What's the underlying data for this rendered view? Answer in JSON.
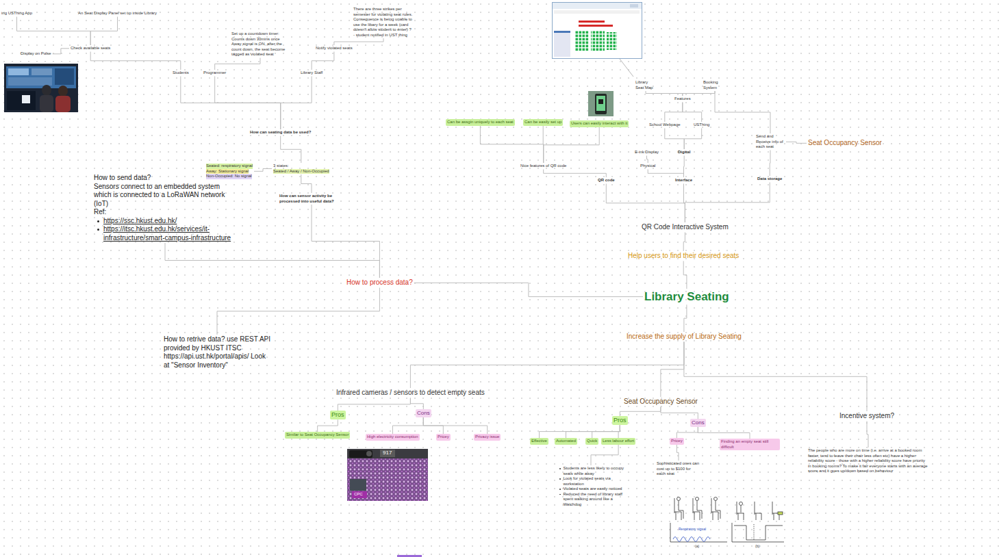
{
  "diagram": {
    "nodes": [
      {
        "text": [
          "ing USThing App"
        ]
      },
      {
        "text": [
          "An Seat Display Panel set up inside Library"
        ]
      },
      {
        "text": [
          "There are three strikes per semester for violating seat rules. Consequence is being unable to use the libary for a week (card doesn't allow student to enter) ? - student notified in UST thing"
        ]
      },
      {
        "text": [
          "Set up a countdown timer: Counts down 30mins once Away signal is ON, after the count down, the seat become tagged as violated seat"
        ]
      },
      {
        "text": [
          "Display on Pulse"
        ]
      },
      {
        "text": [
          "Check available seats"
        ]
      },
      {
        "text": [
          "Notify violated seats"
        ]
      },
      {
        "text": [
          "Students"
        ]
      },
      {
        "text": [
          "Programmer"
        ]
      },
      {
        "text": [
          "Library Staff"
        ]
      },
      {
        "text": [
          "Library Seat Map"
        ]
      },
      {
        "text": [
          "Booking System"
        ]
      },
      {
        "text": [
          "Features"
        ]
      },
      {
        "text": [
          "Can be assgin uniquely to each seat"
        ]
      },
      {
        "text": [
          "Can be easily set up"
        ]
      },
      {
        "text": [
          "Users can easily interact with it"
        ]
      },
      {
        "text": [
          "School Webpage"
        ]
      },
      {
        "text": [
          "USThing"
        ]
      },
      {
        "text": [
          "How can seating data be used?"
        ]
      },
      {
        "text": [
          "Send and Receive info of each seat"
        ]
      },
      {
        "text": [
          "Seat Occupancy Sensor"
        ]
      },
      {
        "text": [
          "E-ink Display"
        ]
      },
      {
        "text": [
          "Digital"
        ]
      },
      {
        "text": [
          "Seated: respiratory signal",
          "Away: Stationary signal",
          "Non-Occupied: No signal"
        ]
      },
      {
        "text": [
          "3 states:",
          "Seated / Away / Non-Occupied"
        ]
      },
      {
        "text": [
          "Physical"
        ]
      },
      {
        "text": [
          "Nice features of QR code"
        ]
      },
      {
        "text": [
          "How to send data?",
          "Sensors connect to an embedded system which is connected to a LoRaWAN network (IoT)",
          "Ref:",
          "https://ssc.hkust.edu.hk/",
          "https://itsc.hkust.edu.hk/services/it-infrastructure/smart-campus-infrastructure"
        ]
      },
      {
        "text": [
          "QR code"
        ]
      },
      {
        "text": [
          "Interface"
        ]
      },
      {
        "text": [
          "Data storage"
        ]
      },
      {
        "text": [
          "How can sensor activity be processed into useful data?"
        ]
      },
      {
        "text": [
          "QR Code Interactive System"
        ]
      },
      {
        "text": [
          "Help users to find their desired seats"
        ]
      },
      {
        "text": [
          "How to process data?"
        ]
      },
      {
        "text": [
          "Library Seating"
        ]
      },
      {
        "text": [
          "Increase the supply of Library Seating"
        ]
      },
      {
        "text": [
          "How to retrive data? use REST API provided by HKUST ITSC https://api.ust.hk/portal/apis/ Look at \"Sensor Inventory\""
        ]
      },
      {
        "text": [
          "Infrared cameras / sensors to detect empty seats"
        ]
      },
      {
        "text": [
          "Seat Occupancy Sensor"
        ]
      },
      {
        "text": [
          "Pros"
        ]
      },
      {
        "text": [
          "Cons"
        ]
      },
      {
        "text": [
          "Incentive system?"
        ]
      },
      {
        "text": [
          "Pros"
        ]
      },
      {
        "text": [
          "Cons"
        ]
      },
      {
        "text": [
          "Similar to Seat Occupancy Sensor"
        ]
      },
      {
        "text": [
          "High electricity consumption"
        ]
      },
      {
        "text": [
          "Pricey"
        ]
      },
      {
        "text": [
          "Privacy issue"
        ]
      },
      {
        "text": [
          "Effective"
        ]
      },
      {
        "text": [
          "Automated"
        ]
      },
      {
        "text": [
          "Quick"
        ]
      },
      {
        "text": [
          "Less labour effort"
        ]
      },
      {
        "text": [
          "Pricey"
        ]
      },
      {
        "text": [
          "Finding an empty seat still difficult"
        ]
      },
      {
        "text": [
          "The people who are more on time (i.e. arrive at a booked room faster, tend to leave their chair less often etc) have a higher reliability score - those with a higher reliability score have priority in booking rooms? To make it fair everyone starts with an average score and it goes up/down based on behaviour"
        ]
      },
      {
        "text": [
          "Sophisticated ones can cost up to $100 for each seat"
        ]
      },
      {
        "text": [
          "Students are less likely to occupy seats while away",
          "Look for violated seats via workstation",
          "Violated seats are easily noticed",
          "Reduced the need of library staff spent walking around like a Watchdog"
        ]
      }
    ],
    "edges": [
      {
        "from": 35,
        "to": 33,
        "arrow": "none"
      },
      {
        "from": 33,
        "to": 32,
        "arrow": "none"
      },
      {
        "from": 32,
        "to": 28,
        "arrow": "none"
      },
      {
        "from": 32,
        "to": 29,
        "arrow": "none"
      },
      {
        "from": 32,
        "to": 30,
        "arrow": "none"
      },
      {
        "from": 29,
        "to": 22,
        "arrow": "none"
      },
      {
        "from": 29,
        "to": 25,
        "arrow": "none"
      },
      {
        "from": 25,
        "to": 21,
        "arrow": "none"
      },
      {
        "from": 22,
        "to": 16,
        "arrow": "none"
      },
      {
        "from": 22,
        "to": 17,
        "arrow": "none"
      },
      {
        "from": 16,
        "to": 12,
        "arrow": "none"
      },
      {
        "from": 17,
        "to": 12,
        "arrow": "none"
      },
      {
        "from": 12,
        "to": 10,
        "arrow": "none"
      },
      {
        "from": 12,
        "to": 11,
        "arrow": "none"
      },
      {
        "from": 11,
        "to": 19,
        "arrow": "none"
      },
      {
        "from": 30,
        "to": 19,
        "arrow": "none"
      },
      {
        "from": 19,
        "to": 20,
        "arrow": "none"
      },
      {
        "from": 28,
        "to": 26,
        "arrow": "none"
      },
      {
        "from": 26,
        "to": 13,
        "arrow": "none"
      },
      {
        "from": 26,
        "to": 14,
        "arrow": "none"
      },
      {
        "from": 26,
        "to": 15,
        "arrow": "none"
      },
      {
        "from": 35,
        "to": 36,
        "arrow": "none"
      },
      {
        "from": 36,
        "to": 38,
        "arrow": "none"
      },
      {
        "from": 36,
        "to": 39,
        "arrow": "none"
      },
      {
        "from": 36,
        "to": 42,
        "arrow": "none"
      },
      {
        "from": 38,
        "to": 40,
        "arrow": "none"
      },
      {
        "from": 38,
        "to": 41,
        "arrow": "none"
      },
      {
        "from": 40,
        "to": 45,
        "arrow": "none"
      },
      {
        "from": 41,
        "to": 46,
        "arrow": "none"
      },
      {
        "from": 41,
        "to": 47,
        "arrow": "none"
      },
      {
        "from": 41,
        "to": 48,
        "arrow": "none"
      },
      {
        "from": 39,
        "to": 43,
        "arrow": "none"
      },
      {
        "from": 39,
        "to": 44,
        "arrow": "none"
      },
      {
        "from": 43,
        "to": 49,
        "arrow": "none"
      },
      {
        "from": 43,
        "to": 50,
        "arrow": "none"
      },
      {
        "from": 43,
        "to": 51,
        "arrow": "none"
      },
      {
        "from": 43,
        "to": 52,
        "arrow": "none"
      },
      {
        "from": 52,
        "to": 57,
        "arrow": "none"
      },
      {
        "from": 44,
        "to": 53,
        "arrow": "none"
      },
      {
        "from": 44,
        "to": 54,
        "arrow": "none"
      },
      {
        "from": 53,
        "to": 56,
        "arrow": "none"
      },
      {
        "from": 42,
        "to": 55,
        "arrow": "none"
      },
      {
        "from": 35,
        "to": 34,
        "arrow": "none"
      },
      {
        "from": 34,
        "to": 27,
        "arrow": "none"
      },
      {
        "from": 34,
        "to": 37,
        "arrow": "none"
      },
      {
        "from": 34,
        "to": 31,
        "arrow": "none"
      },
      {
        "from": 31,
        "to": 24,
        "arrow": "none"
      },
      {
        "from": 24,
        "to": 23,
        "arrow": "none"
      },
      {
        "from": 24,
        "to": 18,
        "arrow": "none"
      },
      {
        "from": 18,
        "to": 7,
        "arrow": "none"
      },
      {
        "from": 18,
        "to": 8,
        "arrow": "none"
      },
      {
        "from": 18,
        "to": 9,
        "arrow": "none"
      },
      {
        "from": 7,
        "to": 5,
        "arrow": "none"
      },
      {
        "from": 5,
        "to": 4,
        "arrow": "none"
      },
      {
        "from": 5,
        "to": 1,
        "arrow": "none"
      },
      {
        "from": 5,
        "to": 0,
        "arrow": "none"
      },
      {
        "from": 8,
        "to": 3,
        "arrow": "none"
      },
      {
        "from": 9,
        "to": 6,
        "arrow": "none"
      },
      {
        "from": 6,
        "to": 2,
        "arrow": "none"
      }
    ],
    "labels": [
      "917",
      "CPC",
      "Respiratory signal",
      "(a)",
      "(b)"
    ]
  }
}
